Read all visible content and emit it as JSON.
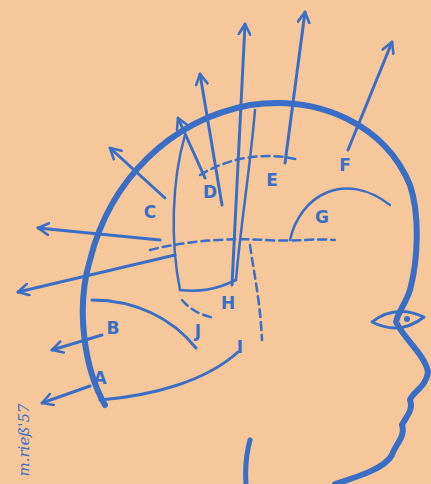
{
  "diagram": {
    "labels": [
      "A",
      "B",
      "C",
      "D",
      "E",
      "F",
      "G",
      "H",
      "J",
      "I",
      "m.rieß'57"
    ]
  }
}
